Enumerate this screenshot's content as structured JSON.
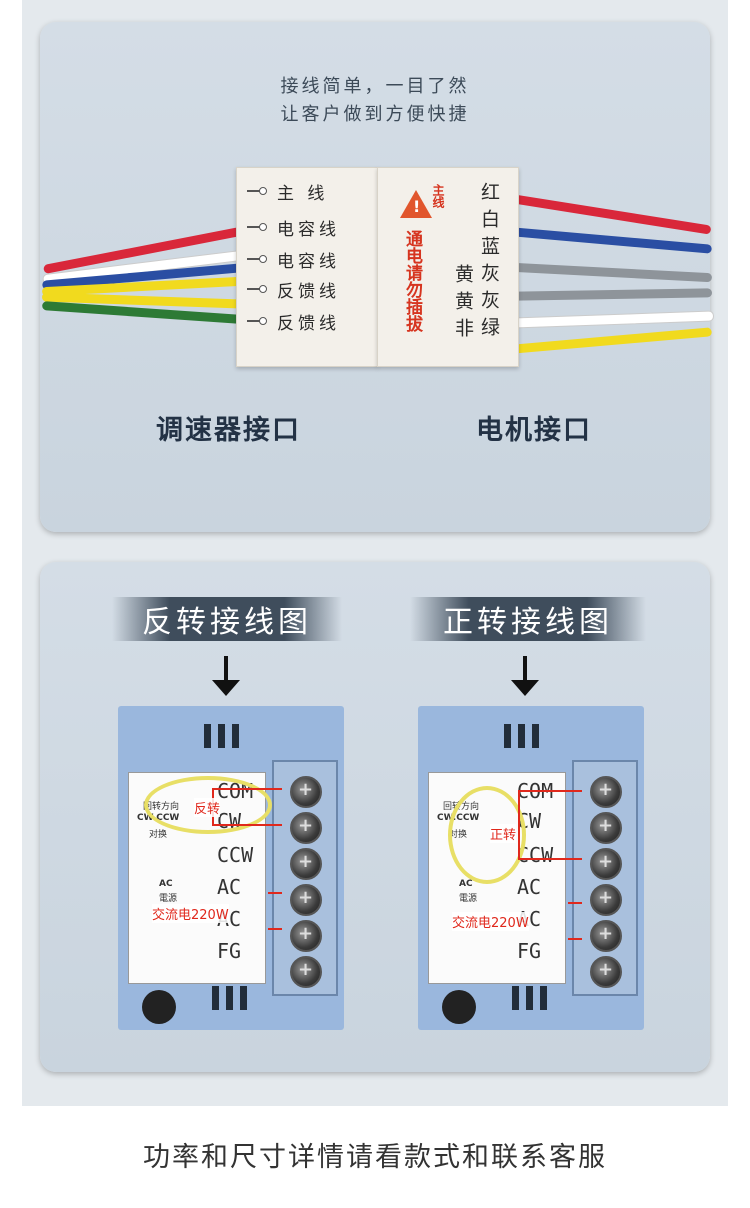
{
  "top": {
    "tagline_line1": "接线简单，一目了然",
    "tagline_line2": "让客户做到方便快捷",
    "left_label": "调速器接口",
    "right_label": "电机接口",
    "connector_left_rows": [
      "主  线",
      "电容线",
      "电容线",
      "反馈线",
      "反馈线"
    ],
    "connector_right_cols": [
      "红白蓝灰灰绿",
      "黄黄非"
    ],
    "warning_text": "通电请勿插拔",
    "warning_mark": "主线",
    "wire_colors": [
      "#d9273a",
      "#ffffff",
      "#2a4ea3",
      "#f1da1e",
      "#f1da1e",
      "#2d7a35",
      "#8e949a",
      "#8e949a"
    ]
  },
  "bottom": {
    "reverse_title": "反转接线图",
    "forward_title": "正转接线图",
    "terminal_labels": [
      "COM",
      "CW",
      "CCW",
      "AC",
      "AC",
      "FG"
    ],
    "panel_text_dir": "回转方向",
    "panel_text_ccw": "CW.CCW",
    "panel_text_switch": "对换",
    "panel_text_ac": "AC",
    "panel_text_power": "電源",
    "reverse_note": "反转",
    "forward_note": "正转",
    "power_note": "交流电220W"
  },
  "footer": "功率和尺寸详情请看款式和联系客服"
}
